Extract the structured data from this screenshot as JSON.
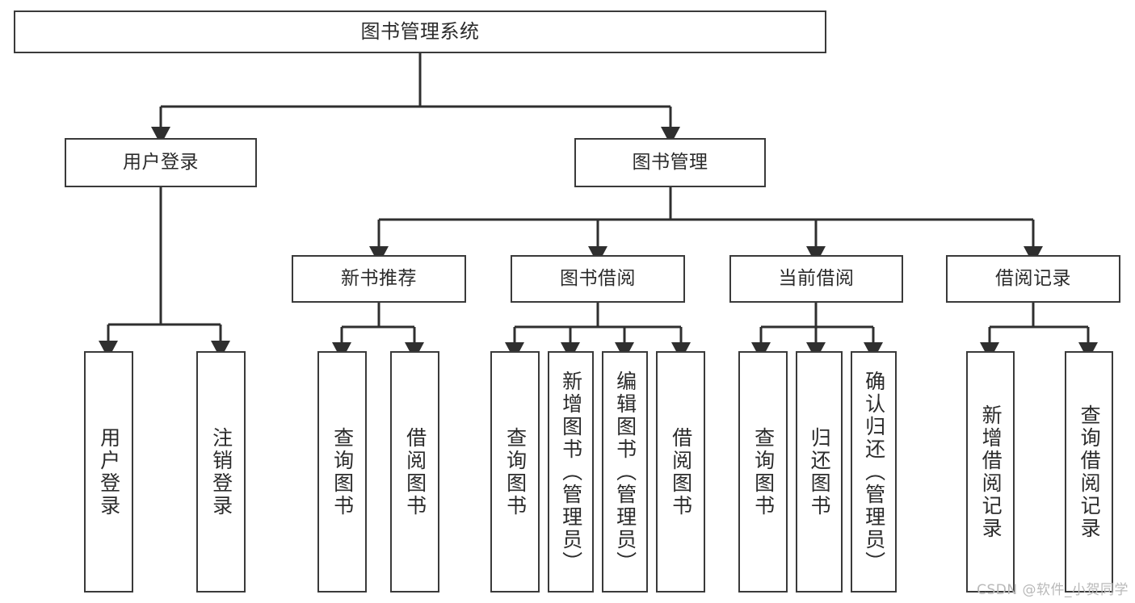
{
  "diagram": {
    "title": "图书管理系统",
    "type": "hierarchy-tree",
    "levels": 4,
    "colors": {
      "box_border": "#3a3a3a",
      "box_fill": "#ffffff",
      "connector": "#2f2f2f",
      "text": "#2b2b2b",
      "watermark": "#b9b9b9",
      "background": "#ffffff"
    }
  },
  "root": {
    "label": "图书管理系统"
  },
  "level2": [
    {
      "label": "用户登录"
    },
    {
      "label": "图书管理"
    }
  ],
  "level3": [
    {
      "label": "新书推荐"
    },
    {
      "label": "图书借阅"
    },
    {
      "label": "当前借阅"
    },
    {
      "label": "借阅记录"
    }
  ],
  "leaves": {
    "user_login": [
      {
        "label": "用户登录"
      },
      {
        "label": "注销登录"
      }
    ],
    "new_book_recommend": [
      {
        "label": "查询图书"
      },
      {
        "label": "借阅图书"
      }
    ],
    "book_borrow": [
      {
        "label": "查询图书"
      },
      {
        "label": "新增图书（管理员）"
      },
      {
        "label": "编辑图书（管理员）"
      },
      {
        "label": "借阅图书"
      }
    ],
    "current_borrow": [
      {
        "label": "查询图书"
      },
      {
        "label": "归还图书"
      },
      {
        "label": "确认归还（管理员）"
      }
    ],
    "borrow_record": [
      {
        "label": "新增借阅记录"
      },
      {
        "label": "查询借阅记录"
      }
    ]
  },
  "watermark": {
    "text": "CSDN @软件_小贺同学"
  }
}
